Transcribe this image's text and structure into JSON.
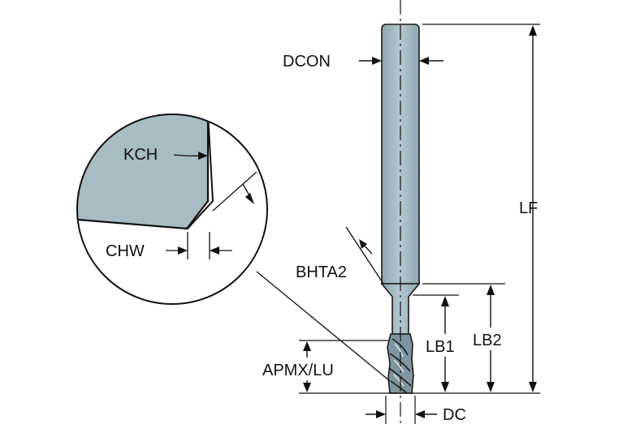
{
  "diagram": {
    "labels": {
      "dcon": "DCON",
      "lf": "LF",
      "kch": "KCH",
      "chw": "CHW",
      "bhta2": "BHTA2",
      "lb1": "LB1",
      "lb2": "LB2",
      "apmx_lu": "APMX/LU",
      "dc": "DC"
    },
    "colors": {
      "tool_fill": "#9fb6bf",
      "tool_stroke": "#1a1a1a",
      "line": "#111111",
      "detail_fill": "#a8bcc4"
    }
  }
}
